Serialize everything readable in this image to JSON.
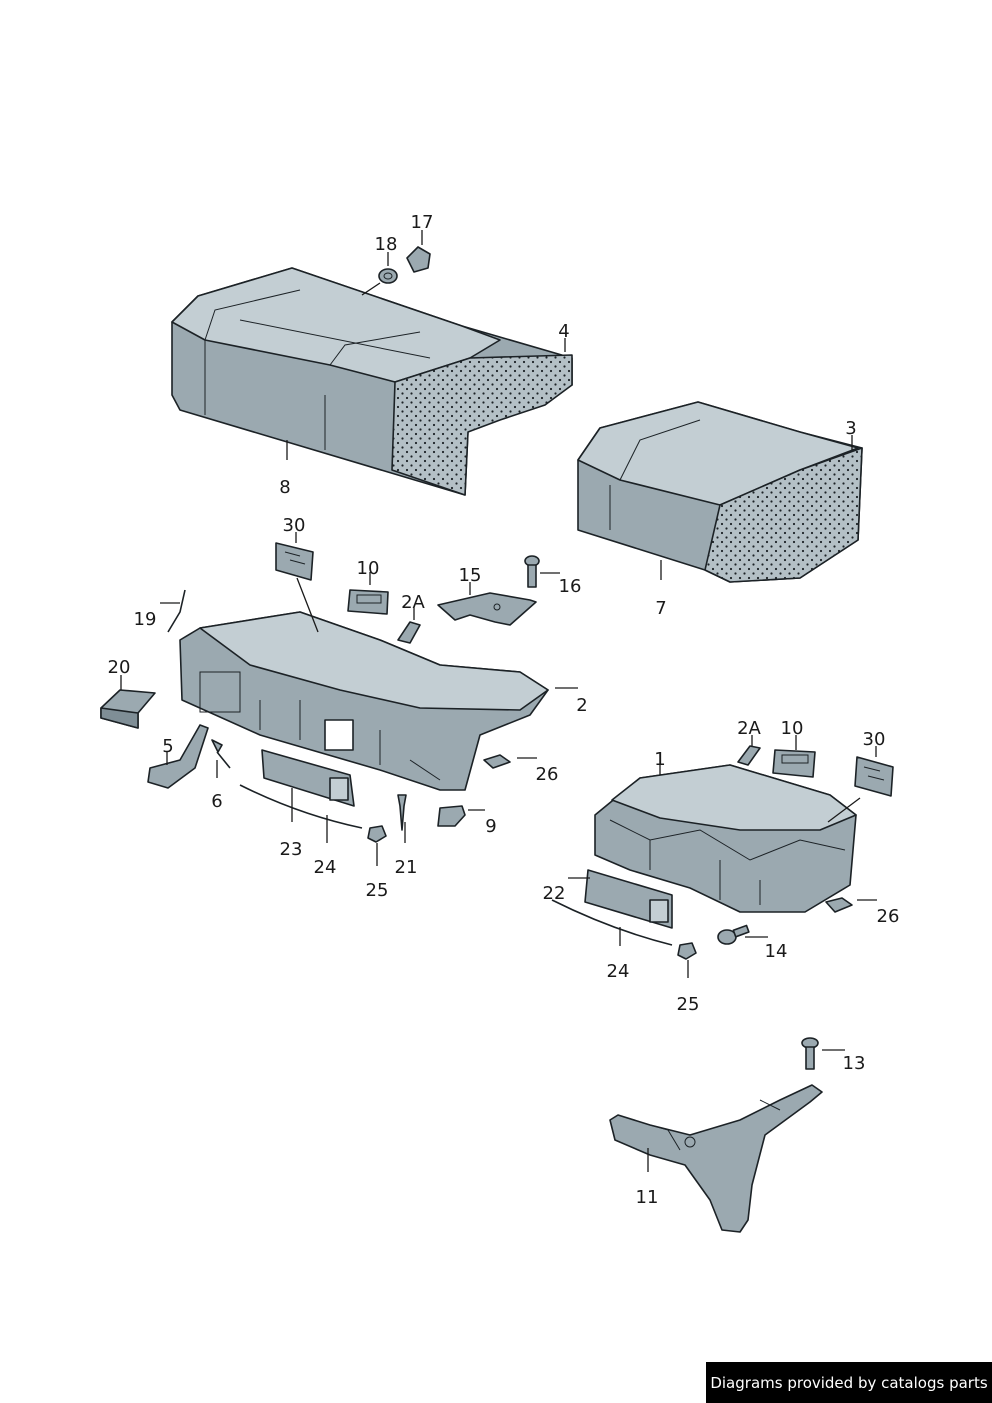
{
  "footer": {
    "text": "Diagrams provided by catalogs parts"
  },
  "colors": {
    "body": "#9ba9b0",
    "dark": "#7f8e96",
    "light": "#c3ced3",
    "foam": "#b4c0c6",
    "line": "#1c2226"
  },
  "callouts": {
    "c1": "1",
    "c2": "2",
    "c2a_left": "2A",
    "c2a_right": "2A",
    "c3": "3",
    "c4": "4",
    "c5": "5",
    "c6": "6",
    "c7": "7",
    "c8": "8",
    "c9": "9",
    "c10_left": "10",
    "c10_right": "10",
    "c11": "11",
    "c13": "13",
    "c14": "14",
    "c15": "15",
    "c16": "16",
    "c17": "17",
    "c18": "18",
    "c19": "19",
    "c20": "20",
    "c21": "21",
    "c22": "22",
    "c23": "23",
    "c24_left": "24",
    "c24_right": "24",
    "c25_left": "25",
    "c25_right": "25",
    "c26_left": "26",
    "c26_right": "26",
    "c30_left": "30",
    "c30_right": "30"
  }
}
